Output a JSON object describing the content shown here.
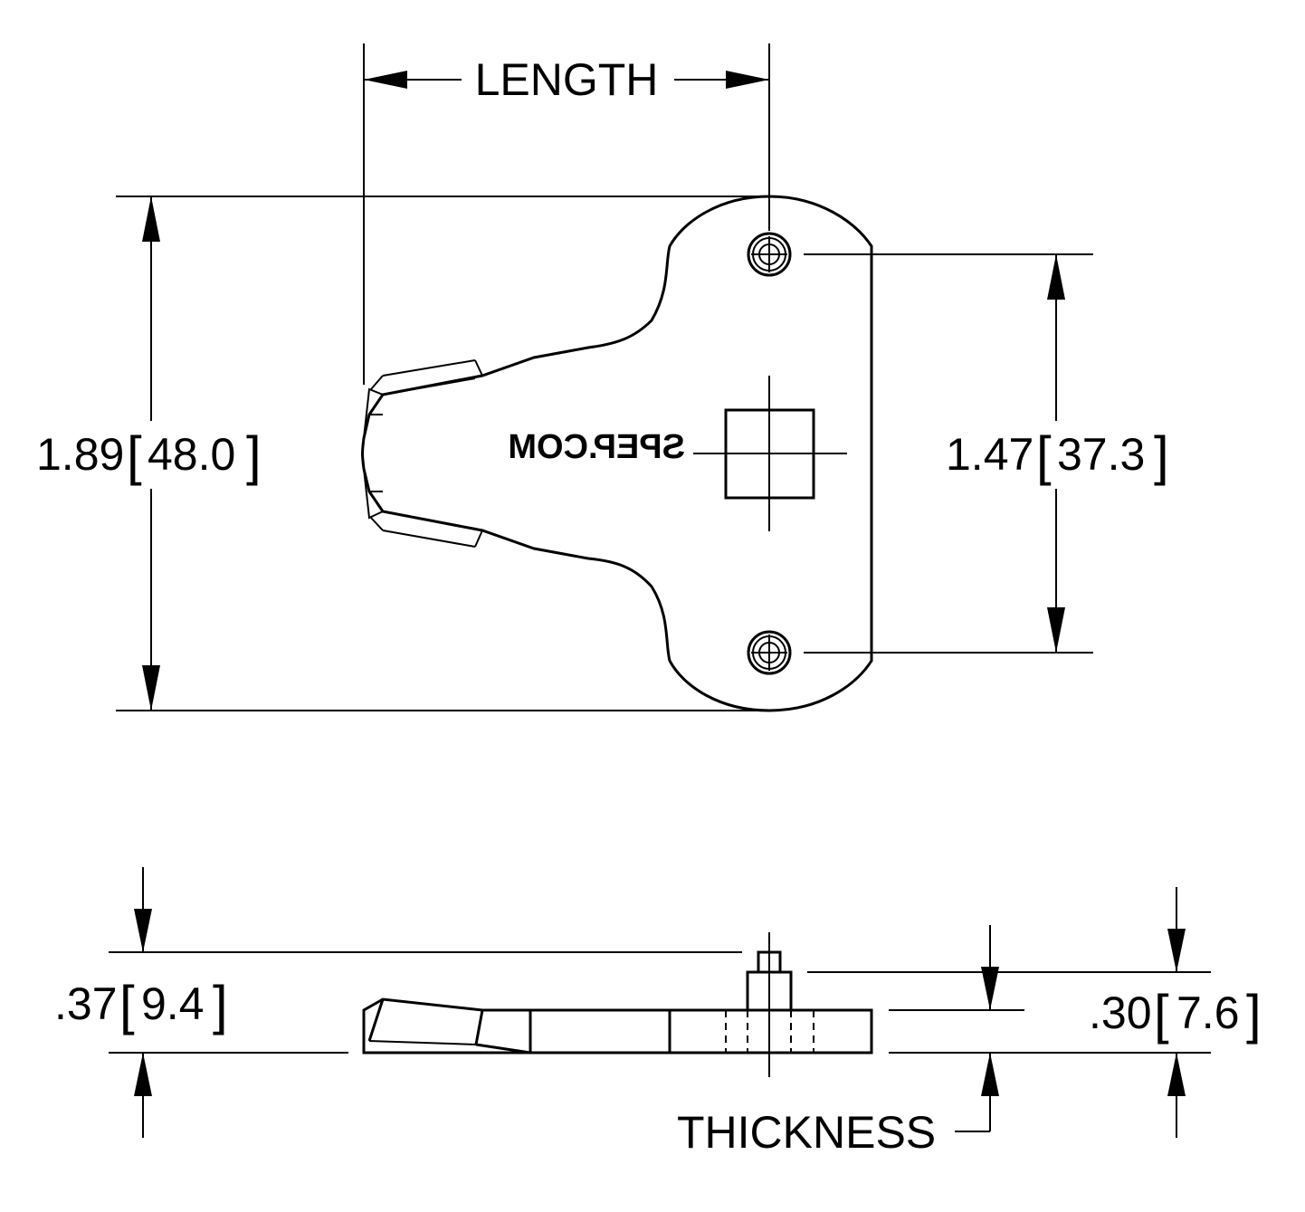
{
  "labels": {
    "length": "LENGTH",
    "thickness": "THICKNESS"
  },
  "dimensions": {
    "overall_width": {
      "inch": "1.89",
      "mm": "48.0"
    },
    "hole_spacing": {
      "inch": "1.47",
      "mm": "37.3"
    },
    "overall_height": {
      "inch": ".37",
      "mm": "9.4"
    },
    "body_height": {
      "inch": ".30",
      "mm": "7.6"
    }
  },
  "part": {
    "logo_text": "SPEP.COM"
  }
}
